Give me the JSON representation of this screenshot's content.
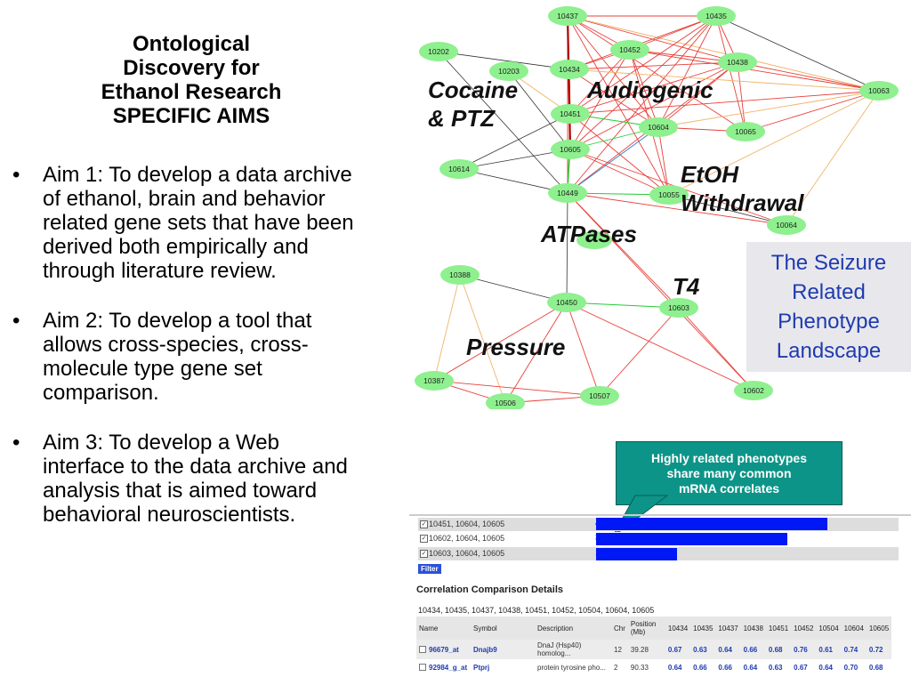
{
  "title_lines": [
    "Ontological",
    "Discovery for",
    "Ethanol Research",
    "SPECIFIC AIMS"
  ],
  "aims": [
    {
      "bullet": "•",
      "text": "Aim 1: To develop a data archive of ethanol, brain and behavior related gene sets that have been derived both empirically and through literature review."
    },
    {
      "bullet": "•",
      "text": "Aim 2: To develop a tool that allows cross-species, cross-molecule type gene set comparison."
    },
    {
      "bullet": "•",
      "text": "Aim 3: To develop a Web interface to the data archive and analysis that is aimed toward behavioral neuroscientists."
    }
  ],
  "graph_labels": {
    "cocaine": "Cocaine",
    "ptz": "& PTZ",
    "audiogenic": "Audiogenic",
    "etoh": "EtOH",
    "withdrawal": "Withdrawal",
    "atpases": "ATPases",
    "t4": "T4",
    "pressure": "Pressure"
  },
  "graph_nodes": [
    "10437",
    "10435",
    "10202",
    "10452",
    "10438",
    "10203",
    "10434",
    "10063",
    "10451",
    "10604",
    "10065",
    "10605",
    "10614",
    "10449",
    "10055",
    "10064",
    "10388",
    "10450",
    "10603",
    "10387",
    "10507",
    "10506",
    "10602"
  ],
  "seizure_box": {
    "lines": [
      "The Seizure",
      "Related",
      "Phenotype",
      "Landscape"
    ]
  },
  "callout": {
    "lines": [
      "Highly related phenotypes",
      "share many common",
      "mRNA correlates"
    ]
  },
  "colors": {
    "node_fill": "#8ef08e",
    "callout_bg": "#0d9488",
    "seizure_text": "#1f3bb0",
    "bar": "#0018f5"
  },
  "panel": {
    "rows": [
      {
        "label": "10451, 10604, 10605",
        "count": "40",
        "value": 40
      },
      {
        "label": "10602, 10604, 10605",
        "count": "33",
        "value": 33
      },
      {
        "label": "10603, 10604, 10605",
        "count": "14",
        "value": 14
      }
    ],
    "checkmark": "✓",
    "filter_label": "Filter",
    "details_title": "Correlation Comparison Details",
    "id_list": "10434, 10435, 10437, 10438, 10451, 10452, 10504, 10604, 10605",
    "headers": [
      "Name",
      "Symbol",
      "Description",
      "Chr",
      "Position (Mb)",
      "10434",
      "10435",
      "10437",
      "10438",
      "10451",
      "10452",
      "10504",
      "10604",
      "10605"
    ],
    "table_rows": [
      {
        "name": "96679_at",
        "symbol": "Dnajb9",
        "description": "DnaJ (Hsp40) homolog...",
        "chr": "12",
        "position": "39.28",
        "values": [
          "0.67",
          "0.63",
          "0.64",
          "0.66",
          "0.68",
          "0.76",
          "0.61",
          "0.74",
          "0.72"
        ]
      },
      {
        "name": "92984_g_at",
        "symbol": "Ptprj",
        "description": "protein tyrosine pho...",
        "chr": "2",
        "position": "90.33",
        "values": [
          "0.64",
          "0.66",
          "0.66",
          "0.64",
          "0.63",
          "0.67",
          "0.64",
          "0.70",
          "0.68"
        ]
      }
    ]
  }
}
